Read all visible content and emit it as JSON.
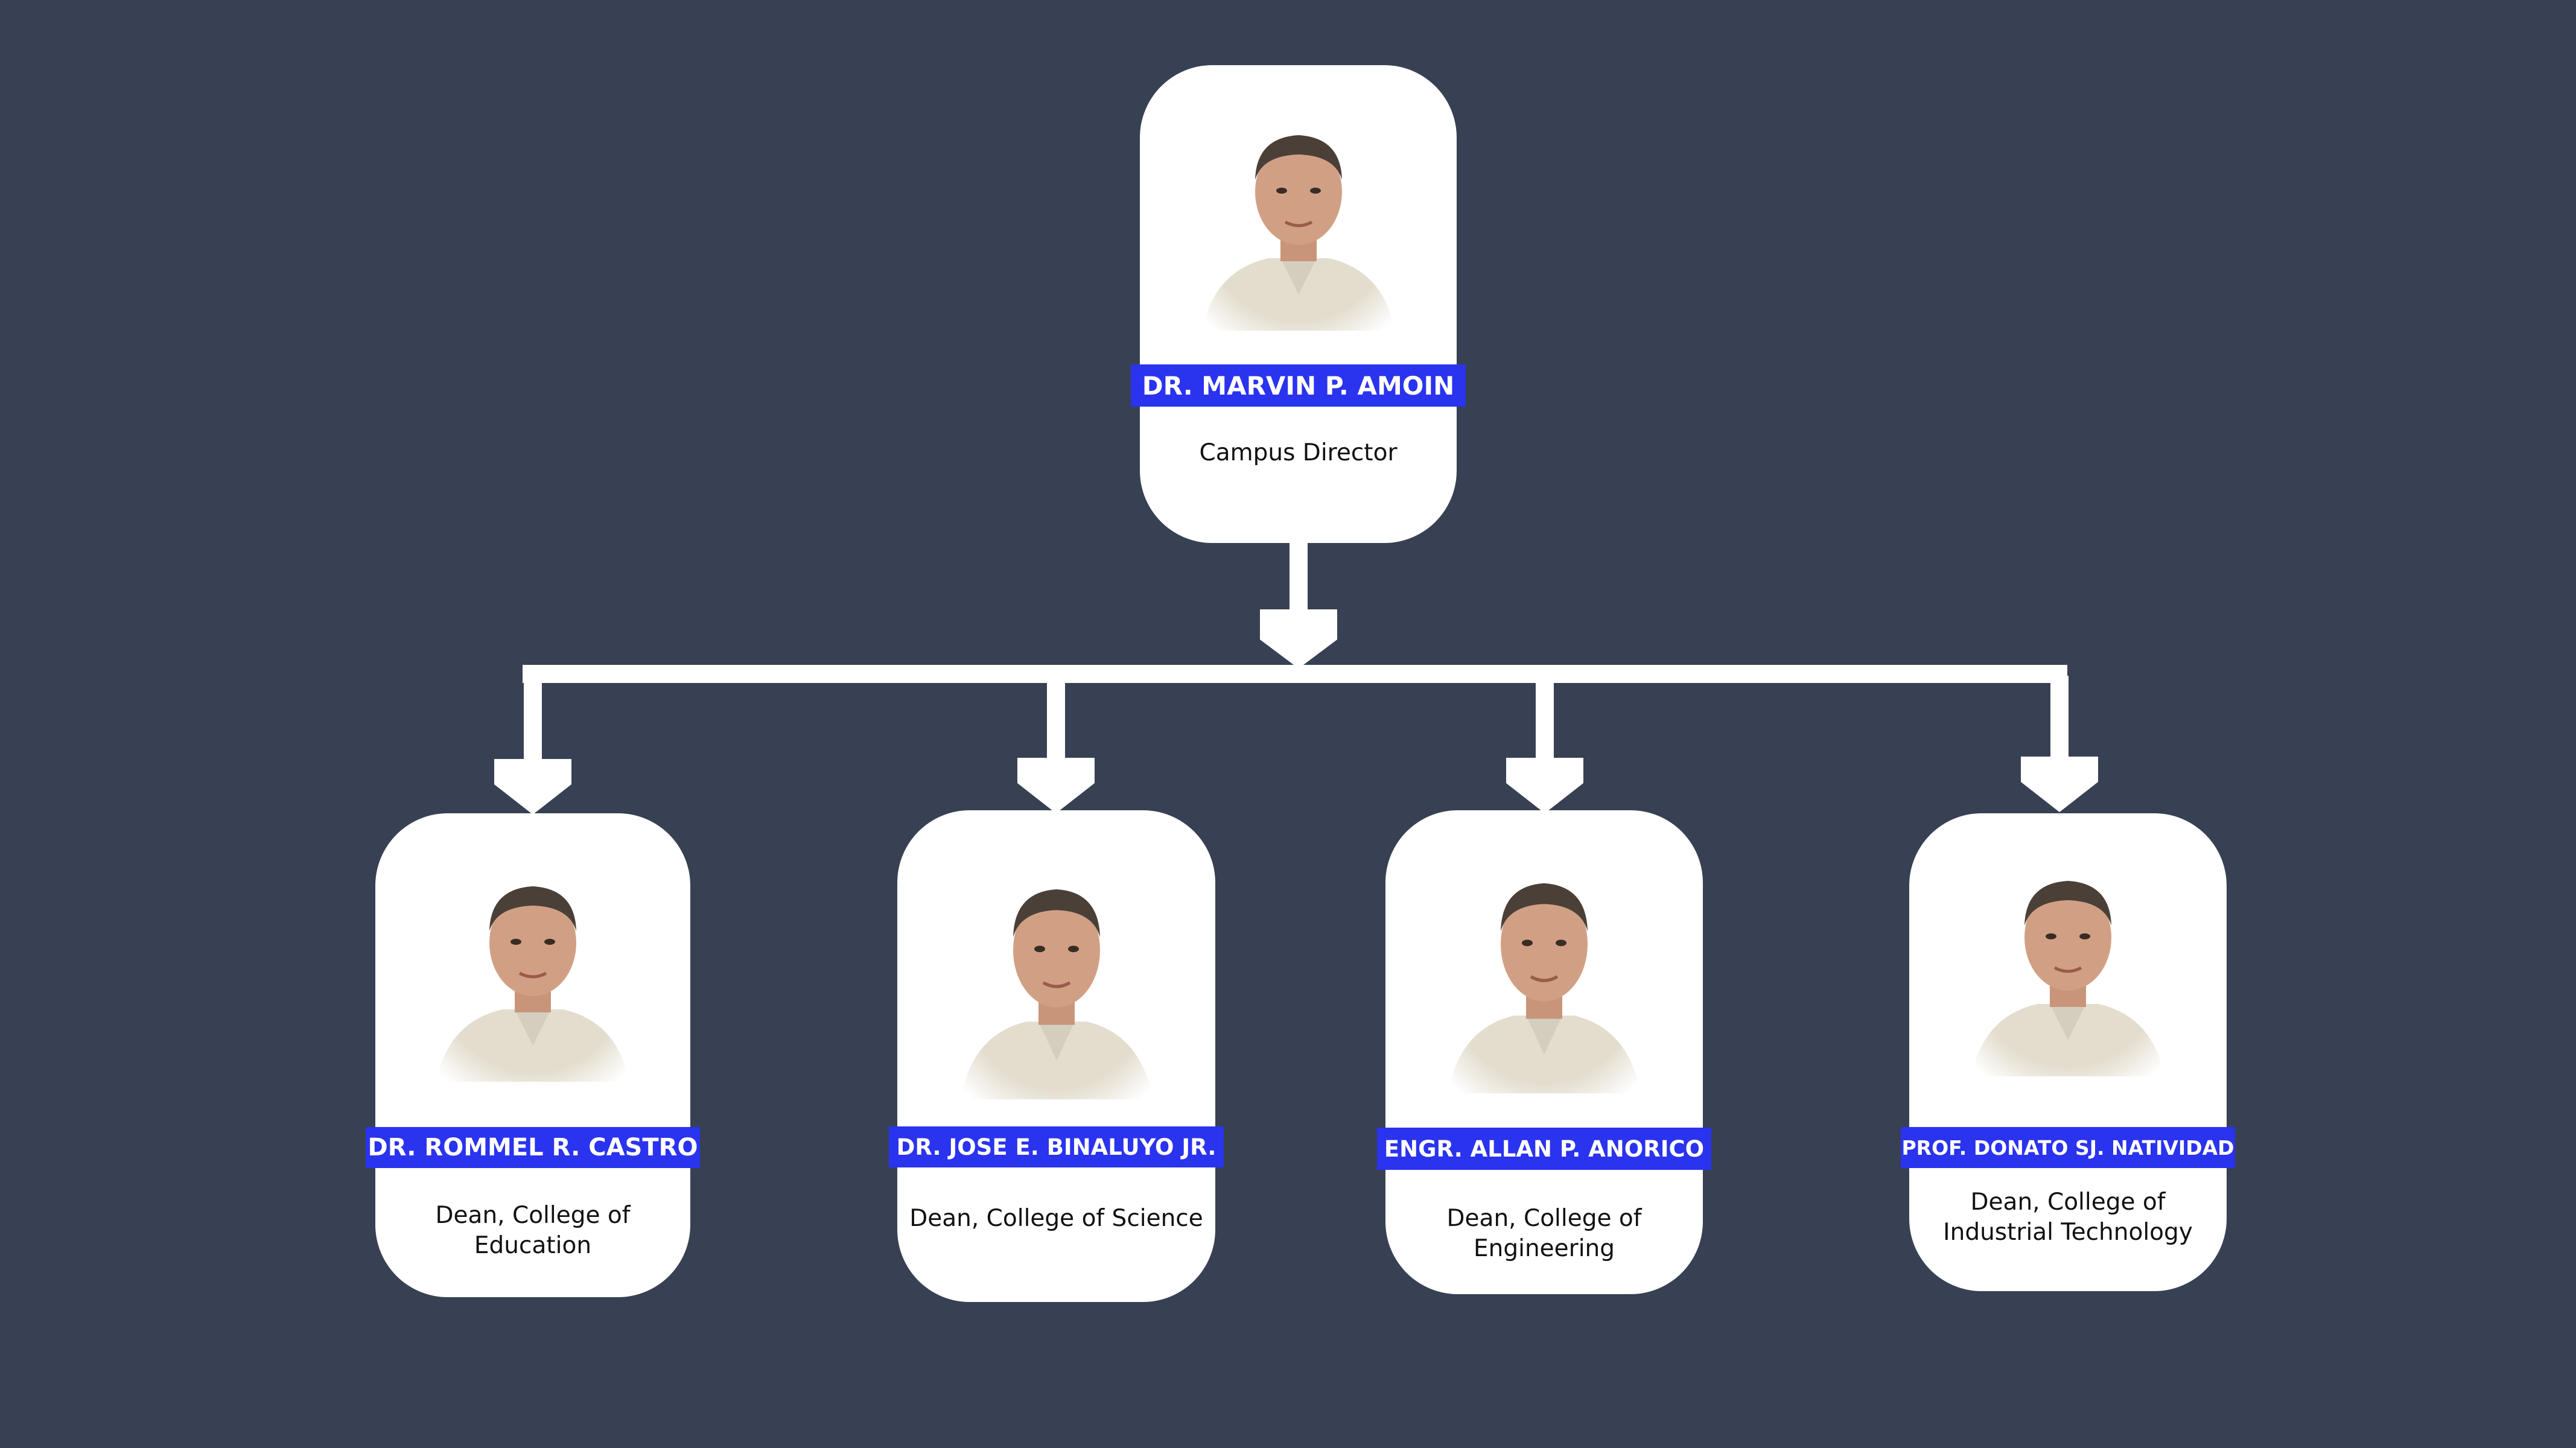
{
  "diagram_type": "organizational chart",
  "colors": {
    "background": "#374153",
    "card": "#ffffff",
    "name_banner": "#2a33ee",
    "connector": "#ffffff"
  },
  "root": {
    "name": "DR. MARVIN P. AMOIN",
    "role": "Campus Director",
    "icon": "portrait-photo"
  },
  "children": [
    {
      "name": "DR. ROMMEL R. CASTRO",
      "role": "Dean, College of Education",
      "icon": "portrait-photo"
    },
    {
      "name": "DR. JOSE E. BINALUYO JR.",
      "role": "Dean, College of Science",
      "icon": "portrait-photo"
    },
    {
      "name": "ENGR. ALLAN P. ANORICO",
      "role": "Dean, College of Engineering",
      "icon": "portrait-photo"
    },
    {
      "name": "PROF. DONATO SJ. NATIVIDAD",
      "role": "Dean, College of Industrial Technology",
      "icon": "portrait-photo"
    }
  ]
}
